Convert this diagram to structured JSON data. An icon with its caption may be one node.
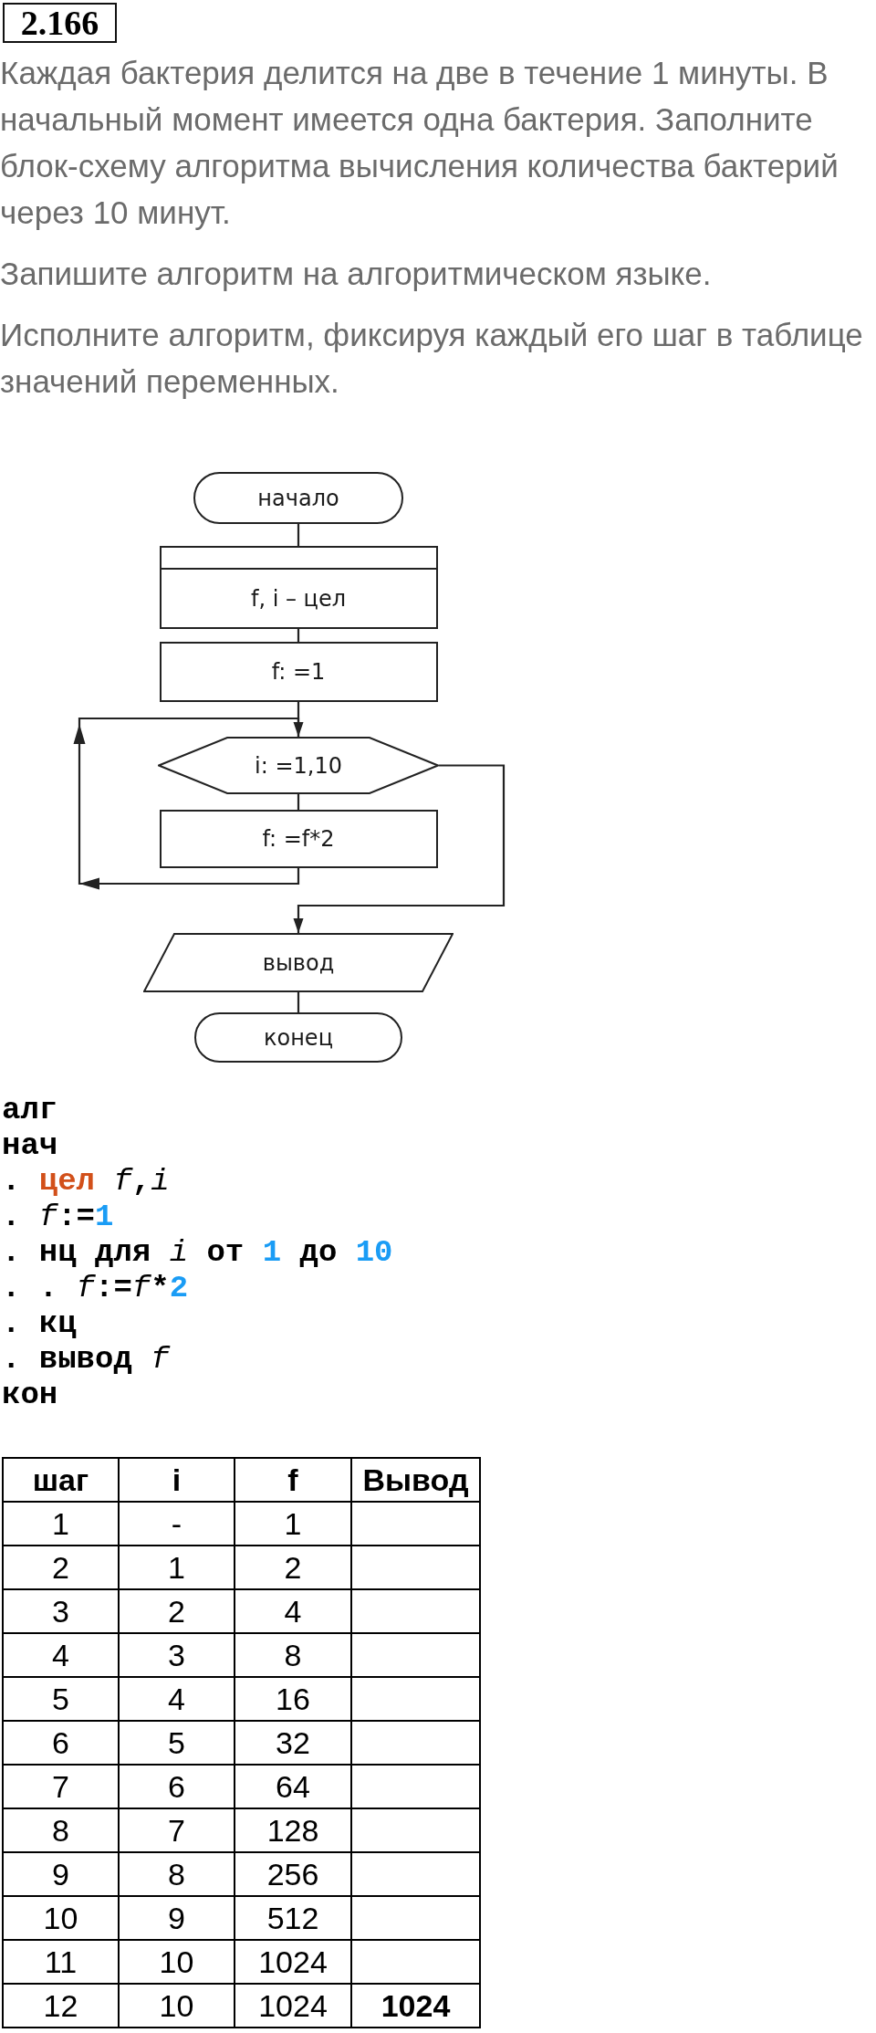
{
  "diagram": {
    "nodes": [
      {
        "text": [
          "2.166"
        ]
      },
      {
        "text": [
          "начало"
        ]
      },
      {
        "text": [
          "f, i – цел"
        ]
      },
      {
        "text": [
          "f: =1"
        ]
      },
      {
        "text": [
          "i: =1,10"
        ]
      },
      {
        "text": [
          "f: =f*2"
        ]
      },
      {
        "text": [
          "вывод"
        ]
      },
      {
        "text": [
          "конец"
        ]
      }
    ],
    "edges": [
      {
        "from": 1,
        "to": 2,
        "arrow": "none"
      },
      {
        "from": 2,
        "to": 3,
        "arrow": "none"
      },
      {
        "from": 3,
        "to": 4,
        "arrow": "none"
      },
      {
        "from": 4,
        "to": 5,
        "arrow": "none"
      },
      {
        "from": 5,
        "to": 4,
        "arrow": "to"
      },
      {
        "from": 4,
        "to": 6,
        "arrow": "to"
      },
      {
        "from": 6,
        "to": 7,
        "arrow": "none"
      }
    ],
    "labels": [
      "Каждая бактерия делится на две в течение 1 минуты. В начальный момент имеется одна бактерия. Заполните блок-схему алгоритма вычисления количества бактерий через 10 минут.",
      "Запишите алгоритм на алгоритмическом языке.",
      "Исполните алгоритм, фиксируя каждый его шаг в таблице значений переменных.",
      "алг",
      "нач",
      ". цел f,i",
      ". f:=1",
      ". нц для i от 1 до 10",
      ". . f:=f*2",
      ". кц",
      ". вывод f",
      "кон",
      "шаг",
      "i",
      "f",
      "Вывод",
      "1",
      "-",
      "1",
      "2",
      "1",
      "2",
      "3",
      "2",
      "4",
      "4",
      "3",
      "8",
      "5",
      "4",
      "16",
      "6",
      "5",
      "32",
      "7",
      "6",
      "64",
      "8",
      "7",
      "128",
      "9",
      "8",
      "256",
      "10",
      "9",
      "512",
      "11",
      "10",
      "1024",
      "12",
      "10",
      "1024",
      "1024"
    ]
  }
}
